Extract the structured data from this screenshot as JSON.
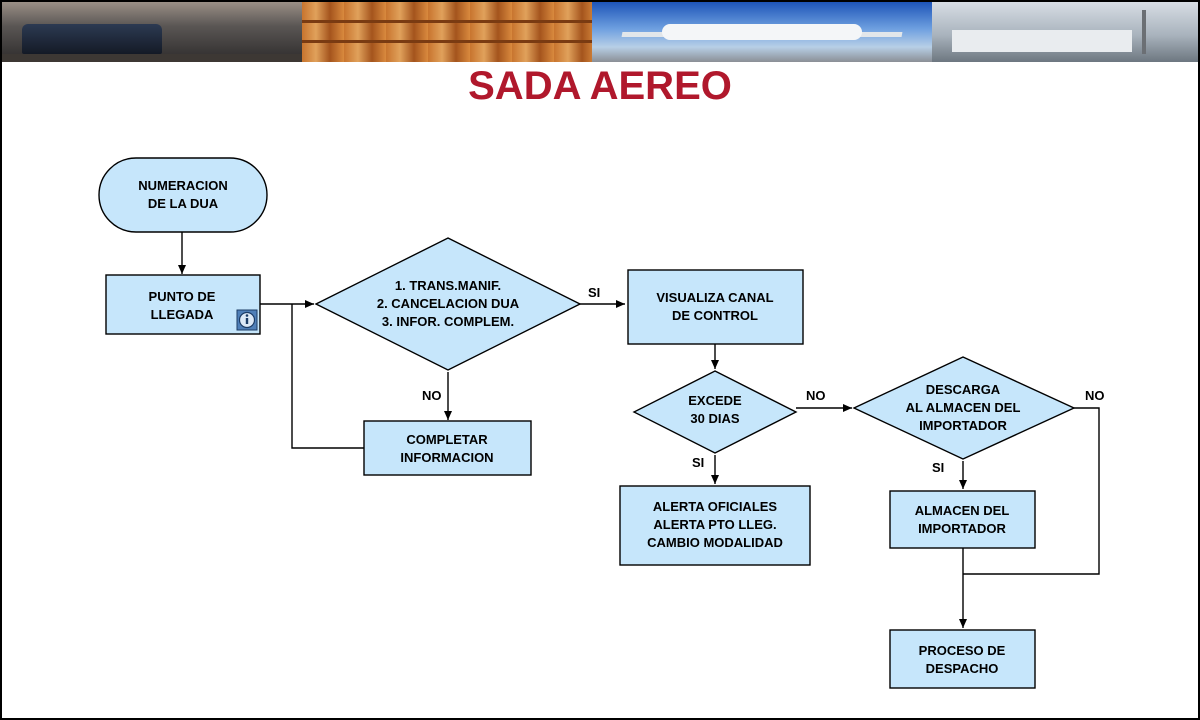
{
  "title": "SADA AEREO",
  "colors": {
    "title": "#b0182c",
    "node_fill": "#c6e6fb",
    "connector": "#000000"
  },
  "banner": {
    "segments": [
      "truck-photo",
      "warehouse-photo",
      "airplane-photo",
      "port-photo"
    ]
  },
  "nodes": {
    "numeracion": {
      "lines": [
        "NUMERACION",
        "DE LA DUA"
      ]
    },
    "punto": {
      "lines": [
        "PUNTO DE",
        "LLEGADA"
      ],
      "icon": "info-icon"
    },
    "decision_trans": {
      "lines": [
        "1. TRANS.MANIF.",
        "2. CANCELACION DUA",
        "3. INFOR. COMPLEM."
      ]
    },
    "completar": {
      "lines": [
        "COMPLETAR",
        "INFORMACION"
      ]
    },
    "visualiza": {
      "lines": [
        "VISUALIZA CANAL",
        "DE CONTROL"
      ]
    },
    "excede": {
      "lines": [
        "EXCEDE",
        "30 DIAS"
      ]
    },
    "alerta": {
      "lines": [
        "ALERTA OFICIALES",
        "ALERTA PTO LLEG.",
        "CAMBIO MODALIDAD"
      ]
    },
    "descarga": {
      "lines": [
        "DESCARGA",
        "AL ALMACEN DEL",
        "IMPORTADOR"
      ]
    },
    "almacen": {
      "lines": [
        "ALMACEN DEL",
        "IMPORTADOR"
      ]
    },
    "proceso": {
      "lines": [
        "PROCESO DE",
        "DESPACHO"
      ]
    }
  },
  "edge_labels": {
    "trans_si": "SI",
    "trans_no": "NO",
    "excede_si": "SI",
    "excede_no": "NO",
    "descarga_si": "SI",
    "descarga_no": "NO"
  }
}
